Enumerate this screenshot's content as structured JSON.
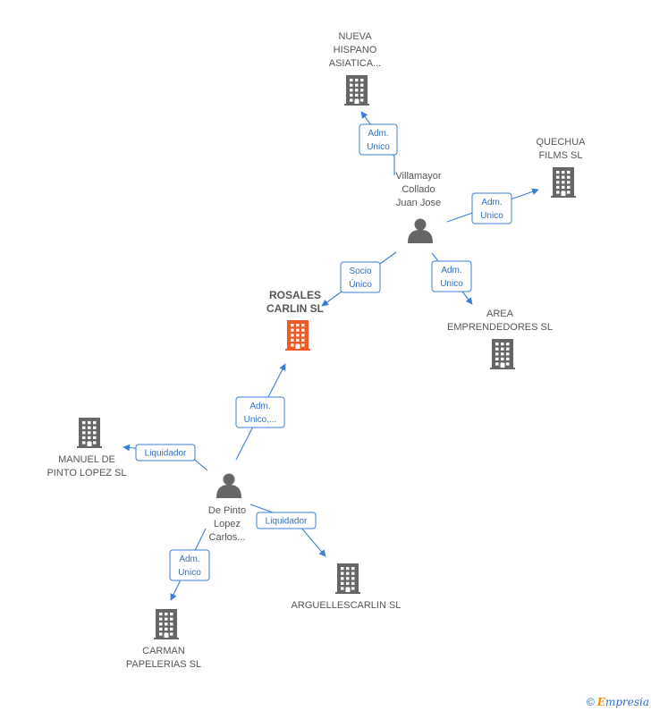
{
  "nodes": [
    {
      "id": "rosales",
      "kind": "company",
      "main": true,
      "label_lines": [
        "ROSALES",
        "CARLIN SL"
      ]
    },
    {
      "id": "nueva",
      "kind": "company",
      "label_lines": [
        "NUEVA",
        "HISPANO",
        "ASIATICA..."
      ]
    },
    {
      "id": "quechua",
      "kind": "company",
      "label_lines": [
        "QUECHUA",
        "FILMS SL"
      ]
    },
    {
      "id": "area",
      "kind": "company",
      "label_lines": [
        "AREA",
        "EMPRENDEDORES SL"
      ]
    },
    {
      "id": "manuel",
      "kind": "company",
      "label_lines": [
        "MANUEL DE",
        "PINTO LOPEZ SL"
      ]
    },
    {
      "id": "arguelles",
      "kind": "company",
      "label_lines": [
        "ARGUELLESCARLIN SL"
      ]
    },
    {
      "id": "carman",
      "kind": "company",
      "label_lines": [
        "CARMAN",
        "PAPELERIAS SL"
      ]
    },
    {
      "id": "villamayor",
      "kind": "person",
      "label_lines": [
        "Villamayor",
        "Collado",
        "Juan Jose"
      ]
    },
    {
      "id": "depinto",
      "kind": "person",
      "label_lines": [
        "De Pinto",
        "Lopez",
        "Carlos..."
      ]
    }
  ],
  "edges": [
    {
      "id": "e1",
      "from": "villamayor",
      "to": "nueva",
      "label_lines": [
        "Adm.",
        "Unico"
      ]
    },
    {
      "id": "e2",
      "from": "villamayor",
      "to": "quechua",
      "label_lines": [
        "Adm.",
        "Unico"
      ]
    },
    {
      "id": "e3",
      "from": "villamayor",
      "to": "rosales",
      "label_lines": [
        "Socio",
        "Único"
      ]
    },
    {
      "id": "e4",
      "from": "villamayor",
      "to": "area",
      "label_lines": [
        "Adm.",
        "Unico"
      ]
    },
    {
      "id": "e5",
      "from": "depinto",
      "to": "rosales",
      "label_lines": [
        "Adm.",
        "Unico,..."
      ]
    },
    {
      "id": "e6",
      "from": "depinto",
      "to": "manuel",
      "label_lines": [
        "Liquidador"
      ]
    },
    {
      "id": "e7",
      "from": "depinto",
      "to": "arguelles",
      "label_lines": [
        "Liquidador"
      ]
    },
    {
      "id": "e8",
      "from": "depinto",
      "to": "carman",
      "label_lines": [
        "Adm.",
        "Unico"
      ]
    }
  ],
  "colors": {
    "edge": "#3a7fd5",
    "company": "#666666",
    "main_company": "#f05a28",
    "person": "#666666"
  },
  "icons": {
    "company": "building-icon",
    "person": "person-icon"
  },
  "credit": {
    "copyright": "©",
    "brand_initial": "E",
    "brand_rest": "mpresia"
  }
}
